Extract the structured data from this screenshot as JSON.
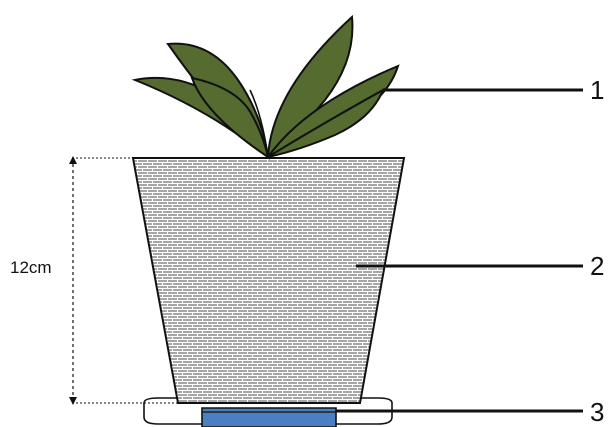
{
  "dimension": {
    "label": "12cm"
  },
  "callouts": [
    {
      "number": "1"
    },
    {
      "number": "2"
    },
    {
      "number": "3"
    }
  ],
  "colors": {
    "leaf": "#556b2f",
    "leaf_outline": "#111111",
    "pot_fill": "#a6a6a6",
    "pot_brick_lines": "#ffffff",
    "saucer_fill": "#ffffff",
    "water_fill": "#4a7fc1",
    "outline": "#111111"
  }
}
